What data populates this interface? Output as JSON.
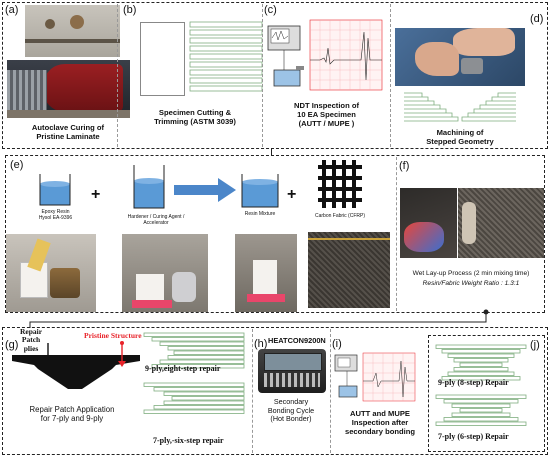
{
  "panels": {
    "a": {
      "tag": "(a)",
      "caption_line1": "Autoclave Curing of",
      "caption_line2": "Pristine Laminate"
    },
    "b": {
      "tag": "(b)",
      "caption_line1": "Specimen Cutting &",
      "caption_line2": "Trimming (ASTM 3039)"
    },
    "c": {
      "tag": "(c)",
      "caption_line1": "NDT Inspection of",
      "caption_line2": "10 EA Specimen",
      "caption_line3": "(AUTT / MUPE )"
    },
    "d": {
      "tag": "(d)",
      "caption_line1": "Machining of",
      "caption_line2": "Stepped Geometry"
    },
    "e": {
      "tag": "(e)",
      "epoxy_line1": "Epoxy Resin",
      "epoxy_line2": "Hysol EA-9396",
      "hardener_line1": "Hardener / Curing Agent /",
      "hardener_line2": "Accelerator",
      "mixture": "Resin Mixture",
      "fabric": "Carbon Fabric (CFRP)"
    },
    "f": {
      "tag": "(f)",
      "caption_line1": "Wet Lay-up Process (2 min mixing time)",
      "caption_line2": "Resin/Fabric Weight Ratio : 1.3:1"
    },
    "g": {
      "tag": "(g)",
      "repair_label_line1": "Repair",
      "repair_label_line2": "Patch",
      "repair_label_line3": "plies",
      "pristine_label": "Pristine Structure",
      "caption_line1": "Repair Patch Application",
      "caption_line2": "for 7-ply and 9-ply",
      "nine_ply": "9-ply,eight-step repair",
      "seven_ply": "7-ply,-six-step repair"
    },
    "h": {
      "tag": "(h)",
      "device": "HEATCON9200N",
      "caption_line1": "Secondary",
      "caption_line2": "Bonding Cycle",
      "caption_line3": "(Hot Bonder)"
    },
    "i": {
      "tag": "(i)",
      "caption_line1": "AUTT and MUPE",
      "caption_line2": "Inspection after",
      "caption_line3": "secondary bonding"
    },
    "j": {
      "tag": "(j)",
      "nine_ply": "9-ply (8-step) Repair",
      "seven_ply": "7-ply (6-step) Repair"
    }
  },
  "colors": {
    "accent_red": "#e8232a",
    "arrow_blue": "#4b86c9",
    "ply_green": "#7fae7f",
    "resin_blue": "#5a9ad6"
  }
}
